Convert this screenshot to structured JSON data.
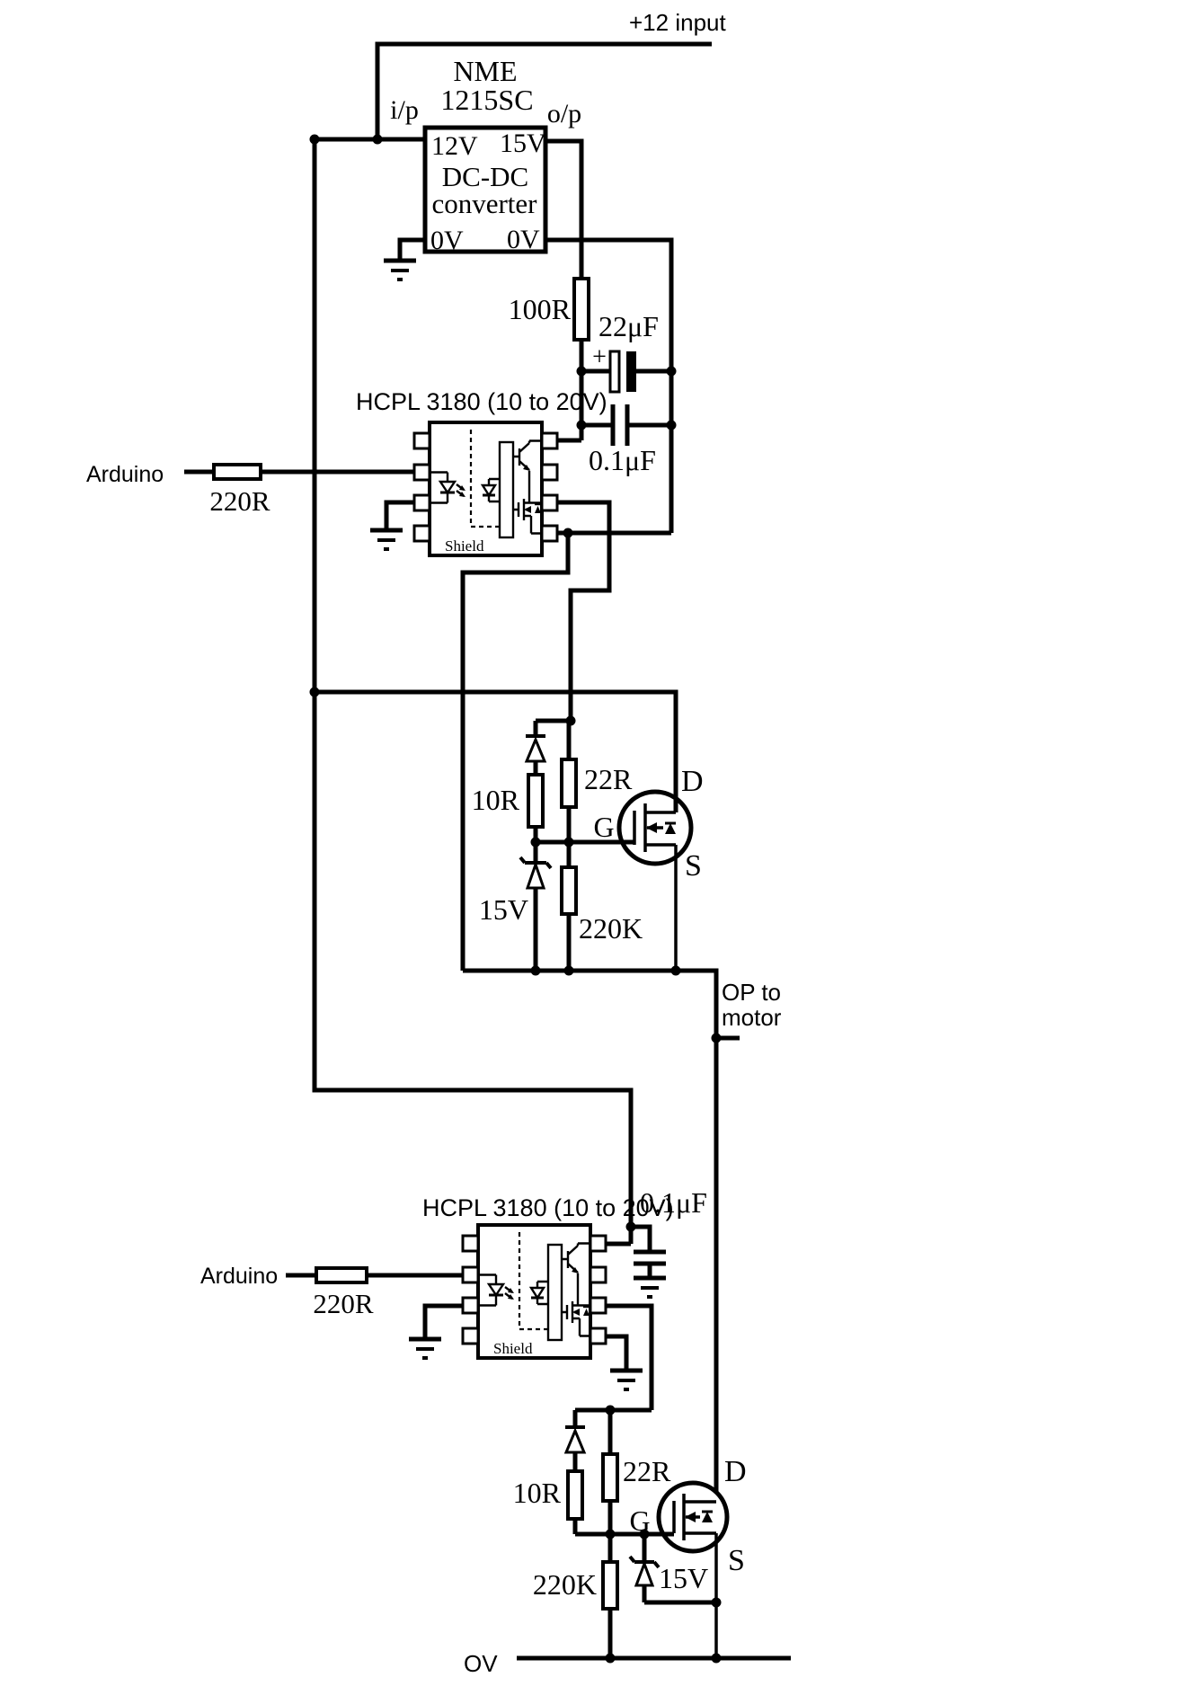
{
  "colors": {
    "ink": "#000000",
    "paper": "#ffffff"
  },
  "power": {
    "plus12": "+12 input",
    "zero_v": "OV"
  },
  "dcdc": {
    "maker": "NME",
    "part": "1215SC",
    "ip": "i/p",
    "op": "o/p",
    "v_in": "12V",
    "v_out": "15V",
    "body1": "DC-DC",
    "body2": "converter",
    "zero_in": "0V",
    "zero_out": "0V"
  },
  "filter": {
    "r": "100R",
    "c_bulk": "22μF",
    "plus": "+",
    "c_dec": "0.1μF"
  },
  "out": {
    "l1": "OP to",
    "l2": "motor"
  },
  "hs": {
    "chip": "HCPL 3180 (10 to 20V)",
    "shield": "Shield",
    "src": "Arduino",
    "rin": "220R",
    "r_off": "10R",
    "r_gate": "22R",
    "zener": "15V",
    "r_pull": "220K",
    "d": "D",
    "g": "G",
    "s": "S"
  },
  "ls": {
    "chip": "HCPL 3180 (10 to 20V)",
    "shield": "Shield",
    "src": "Arduino",
    "rin": "220R",
    "c_dec": "0.1μF",
    "r_off": "10R",
    "r_gate": "22R",
    "zener": "15V",
    "r_pull": "220K",
    "d": "D",
    "g": "G",
    "s": "S"
  }
}
